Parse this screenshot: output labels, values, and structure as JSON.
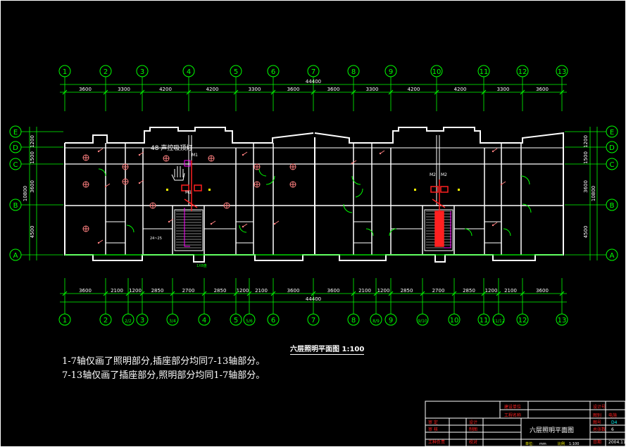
{
  "plan": {
    "top_axis_labels": [
      "1",
      "2",
      "3",
      "4",
      "5",
      "6",
      "7",
      "8",
      "9",
      "10",
      "11",
      "12",
      "13"
    ],
    "top_dims": [
      "3600",
      "3300",
      "4200",
      "4200",
      "3300",
      "3600",
      "3600",
      "3300",
      "4200",
      "4200",
      "3300",
      "3600"
    ],
    "top_total": "44400",
    "bottom_axis_labels": [
      "1",
      "2",
      "2/2",
      "3",
      "3/4",
      "4",
      "5",
      "5/6",
      "6",
      "7",
      "8",
      "8/9",
      "9",
      "9/10",
      "10",
      "11",
      "11/12",
      "12",
      "13"
    ],
    "bottom_dims": [
      "3600",
      "2100",
      "1200",
      "2850",
      "2700",
      "2850",
      "1200",
      "2100",
      "3600",
      "3600",
      "2100",
      "1200",
      "2850",
      "2700",
      "2850",
      "1200",
      "2100",
      "3600"
    ],
    "bottom_total": "44400",
    "row_labels": [
      "E",
      "D",
      "C",
      "B",
      "A"
    ],
    "left_dims": [
      "1200",
      "1500",
      "3600",
      "4500"
    ],
    "left_total": "10800",
    "right_dims": [
      "1200",
      "1500",
      "3600",
      "4500"
    ],
    "right_total": "10800",
    "room_label": "48 声控吸顶灯",
    "room_label_2": "24~25",
    "room_label_3": "1X8盘",
    "equip_labels": [
      "M1",
      "M1",
      "M2",
      "M2"
    ],
    "drawing_title": "六层照明平面图 1:100"
  },
  "notes": {
    "line1": "1-7轴仅画了照明部分,插座部分均同7-13轴部分。",
    "line2": "7-13轴仅画了插座部分,照明部分均同1-7轴部分。"
  },
  "titleblock": {
    "main_title": "六层照明平面图",
    "top_left_1": "建设单位",
    "top_left_2": "工程名称",
    "right_1": "设计号",
    "right_2": "图别",
    "right_2_val": "电施",
    "right_3": "图号",
    "right_3_val": "D4",
    "right_4": "总张数",
    "right_4_val": "6",
    "right_5": "日期",
    "right_5_val": "2004.11",
    "left_rows": [
      "审 定",
      "审 核",
      "工种负责"
    ],
    "mid_rows": [
      "设计",
      "制图",
      "校对"
    ],
    "scale_label": "比例",
    "scale_val": "1:100",
    "unit_label": "单位:",
    "unit_val": "mm"
  },
  "colors": {
    "line": "#ffffff",
    "dim": "#00ff00",
    "red": "#ff2020",
    "magenta": "#ff00ff",
    "yellow": "#ffff00"
  }
}
